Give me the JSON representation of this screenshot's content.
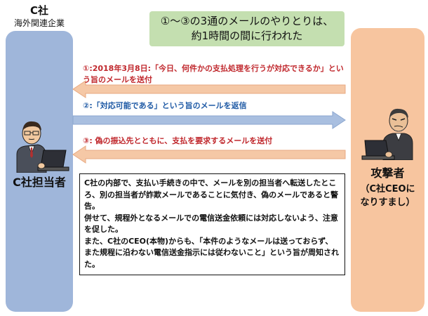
{
  "left_party": {
    "company": "C社",
    "company_sub": "海外関連企業",
    "role": "C社担当者"
  },
  "right_party": {
    "role": "攻撃者",
    "note_line1": "（C社CEOに",
    "note_line2": "なりすまし）"
  },
  "header_note": {
    "line1": "①～③の3通のメールのやりとりは、",
    "line2": "約1時間の間に行われた"
  },
  "messages": [
    {
      "text": "①:2018年3月8日:「今日、何件かの支払処理を行うが対応できるか」という旨のメールを送付",
      "direction": "right-to-left",
      "color": "#c0282d"
    },
    {
      "text": "②:「対応可能である」という旨のメールを返信",
      "direction": "left-to-right",
      "color": "#1f5aa5"
    },
    {
      "text": "③: 偽の振込先とともに、支払を要求するメールを送付",
      "direction": "right-to-left",
      "color": "#c0282d"
    }
  ],
  "description": {
    "p1": "C社の内部で、支払い手続きの中で、メールを別の担当者へ転送したところ、別の担当者が詐欺メールであることに気付き、偽のメールであると警告。",
    "p2": "併せて、規程外となるメールでの電信送金依頼には対応しないよう、注意を促した。",
    "p3": "また、C社のCEO(本物)からも、「本件のようなメールは送っておらず、また規程に沿わない電信送金指示には従わないこと」という旨が周知された。"
  },
  "colors": {
    "left_pillar": "#9fb6da",
    "right_pillar": "#f7c59f",
    "note_bg": "#c4dfb0",
    "arrow_red": "#f5c8a6",
    "arrow_blue": "#a9bfe0"
  }
}
